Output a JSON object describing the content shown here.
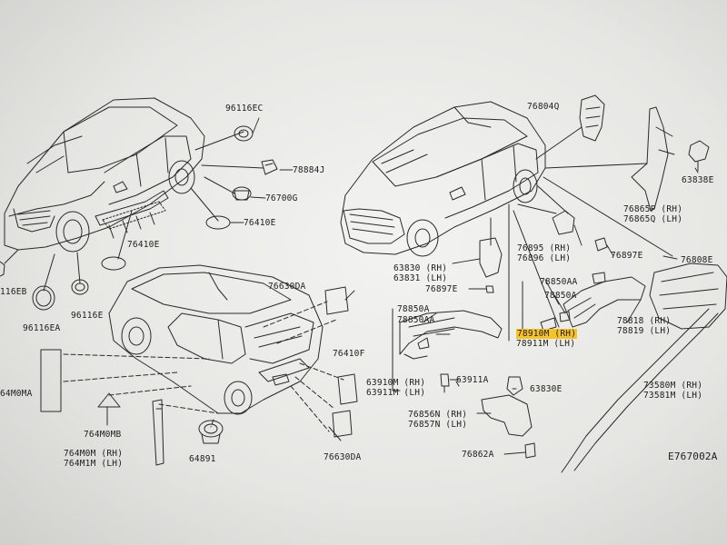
{
  "labels": {
    "p96116EC": "96116EC",
    "p78884J": "78884J",
    "p76700G": "76700G",
    "p76410E_a": "76410E",
    "p76410E_b": "76410E",
    "p116EB": "116EB",
    "p96116EA": "96116EA",
    "p96116E": "96116E",
    "p76630DA_a": "76630DA",
    "p76630DA_b": "76630DA",
    "p764M0MA": "64M0MA",
    "p764M0MB": "764M0MB",
    "p764M0M": "764M0M (RH)",
    "p764M1M": "764M1M (LH)",
    "p64891": "64891",
    "p76410F": "76410F",
    "p63830": "63830 (RH)",
    "p63831": "63831 (LH)",
    "p76897E_a": "76897E",
    "p76897E_b": "76897E",
    "p78850A_a": "78850A",
    "p78850AA_a": "78850AA",
    "p63910M": "63910M (RH)",
    "p63911M": "63911M (LH)",
    "p63911A": "63911A",
    "p76856N": "76856N (RH)",
    "p76857N": "76857N (LH)",
    "p76862A": "76862A",
    "p63830E": "63830E",
    "p76804Q": "76804Q",
    "p76895": "76895 (RH)",
    "p76896": "76896 (LH)",
    "p78850AA_b": "78850AA",
    "p78850A_b": "78850A",
    "p78910M": "78910M (RH)",
    "p78911M": "78911M (LH)",
    "p78818": "78818 (RH)",
    "p78819": "78819 (LH)",
    "p76808E": "76808E",
    "p76865P": "76865P (RH)",
    "p76865Q": "76865Q (LH)",
    "p63838E": "63838E",
    "p73580M": "73580M (RH)",
    "p73581M": "73581M (LH)",
    "diagram_code": "E767002A"
  },
  "colors": {
    "highlight": "#f6c326",
    "ink": "#1d1d1d"
  }
}
